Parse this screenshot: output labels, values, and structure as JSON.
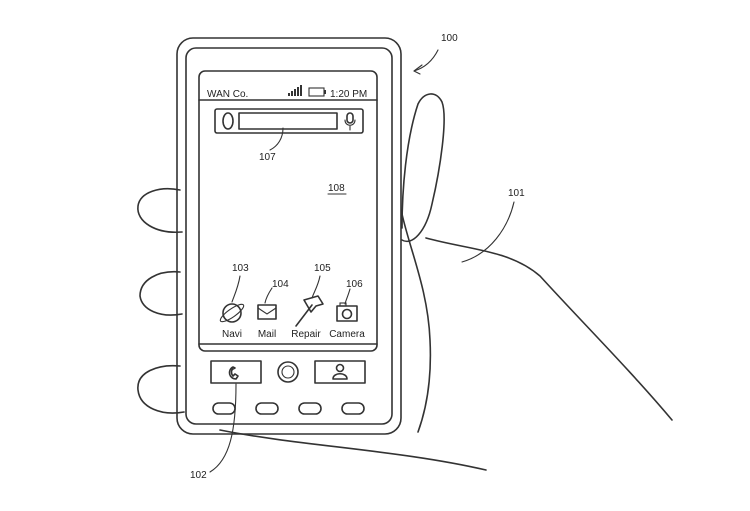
{
  "figure_ref": "100",
  "hand": {
    "ref": "101"
  },
  "status_bar": {
    "carrier": "WAN Co.",
    "time": "1:20 PM"
  },
  "search_bar": {
    "ref": "107",
    "icons": [
      "circle-icon",
      "microphone-icon"
    ]
  },
  "home_area": {
    "ref": "108"
  },
  "apps": [
    {
      "ref": "103",
      "label": "Navi",
      "icon": "globe-icon"
    },
    {
      "ref": "104",
      "label": "Mail",
      "icon": "envelope-icon"
    },
    {
      "ref": "105",
      "label": "Repair",
      "icon": "hammer-icon"
    },
    {
      "ref": "106",
      "label": "Camera",
      "icon": "camera-icon"
    }
  ],
  "dock": {
    "ref": "102",
    "buttons": [
      "phone-icon",
      "home-circle-icon",
      "contact-icon"
    ]
  }
}
